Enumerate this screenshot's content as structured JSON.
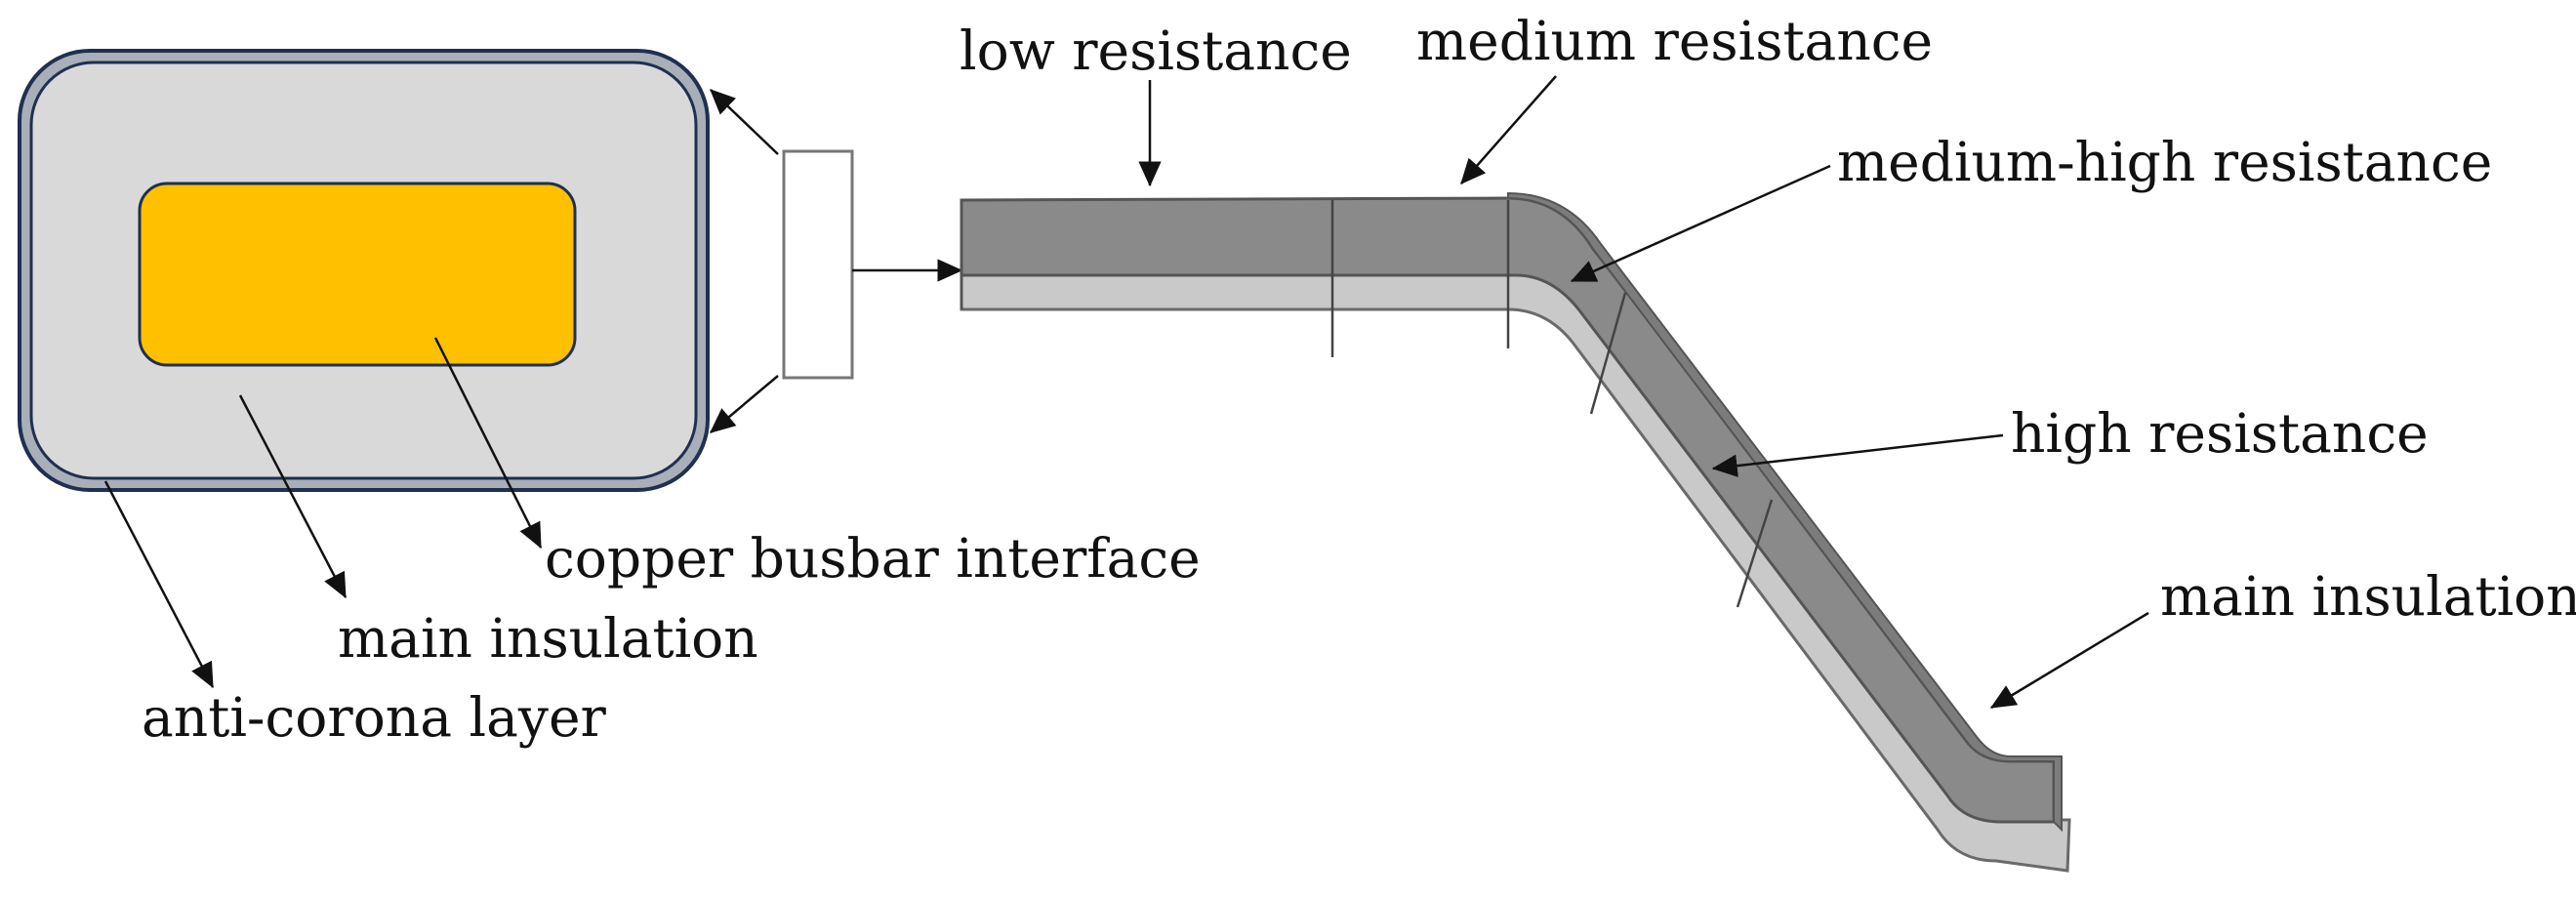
{
  "labels": {
    "low_resistance": "low resistance",
    "medium_resistance": "medium resistance",
    "medium_high_resistance": "medium-high resistance",
    "high_resistance": "high resistance",
    "main_insulation_right": "main insulation",
    "copper_busbar_interface": "copper busbar interface",
    "main_insulation_left": "main insulation",
    "anti_corona_layer": "anti-corona layer"
  },
  "colors": {
    "copper": "#FFC000",
    "insulation": "#D9D9D9",
    "outline": "#1F3050",
    "corona_layer": "#A9AFB8",
    "bar_dark": "#8A8A8A",
    "bar_light": "#C9C9C9"
  }
}
